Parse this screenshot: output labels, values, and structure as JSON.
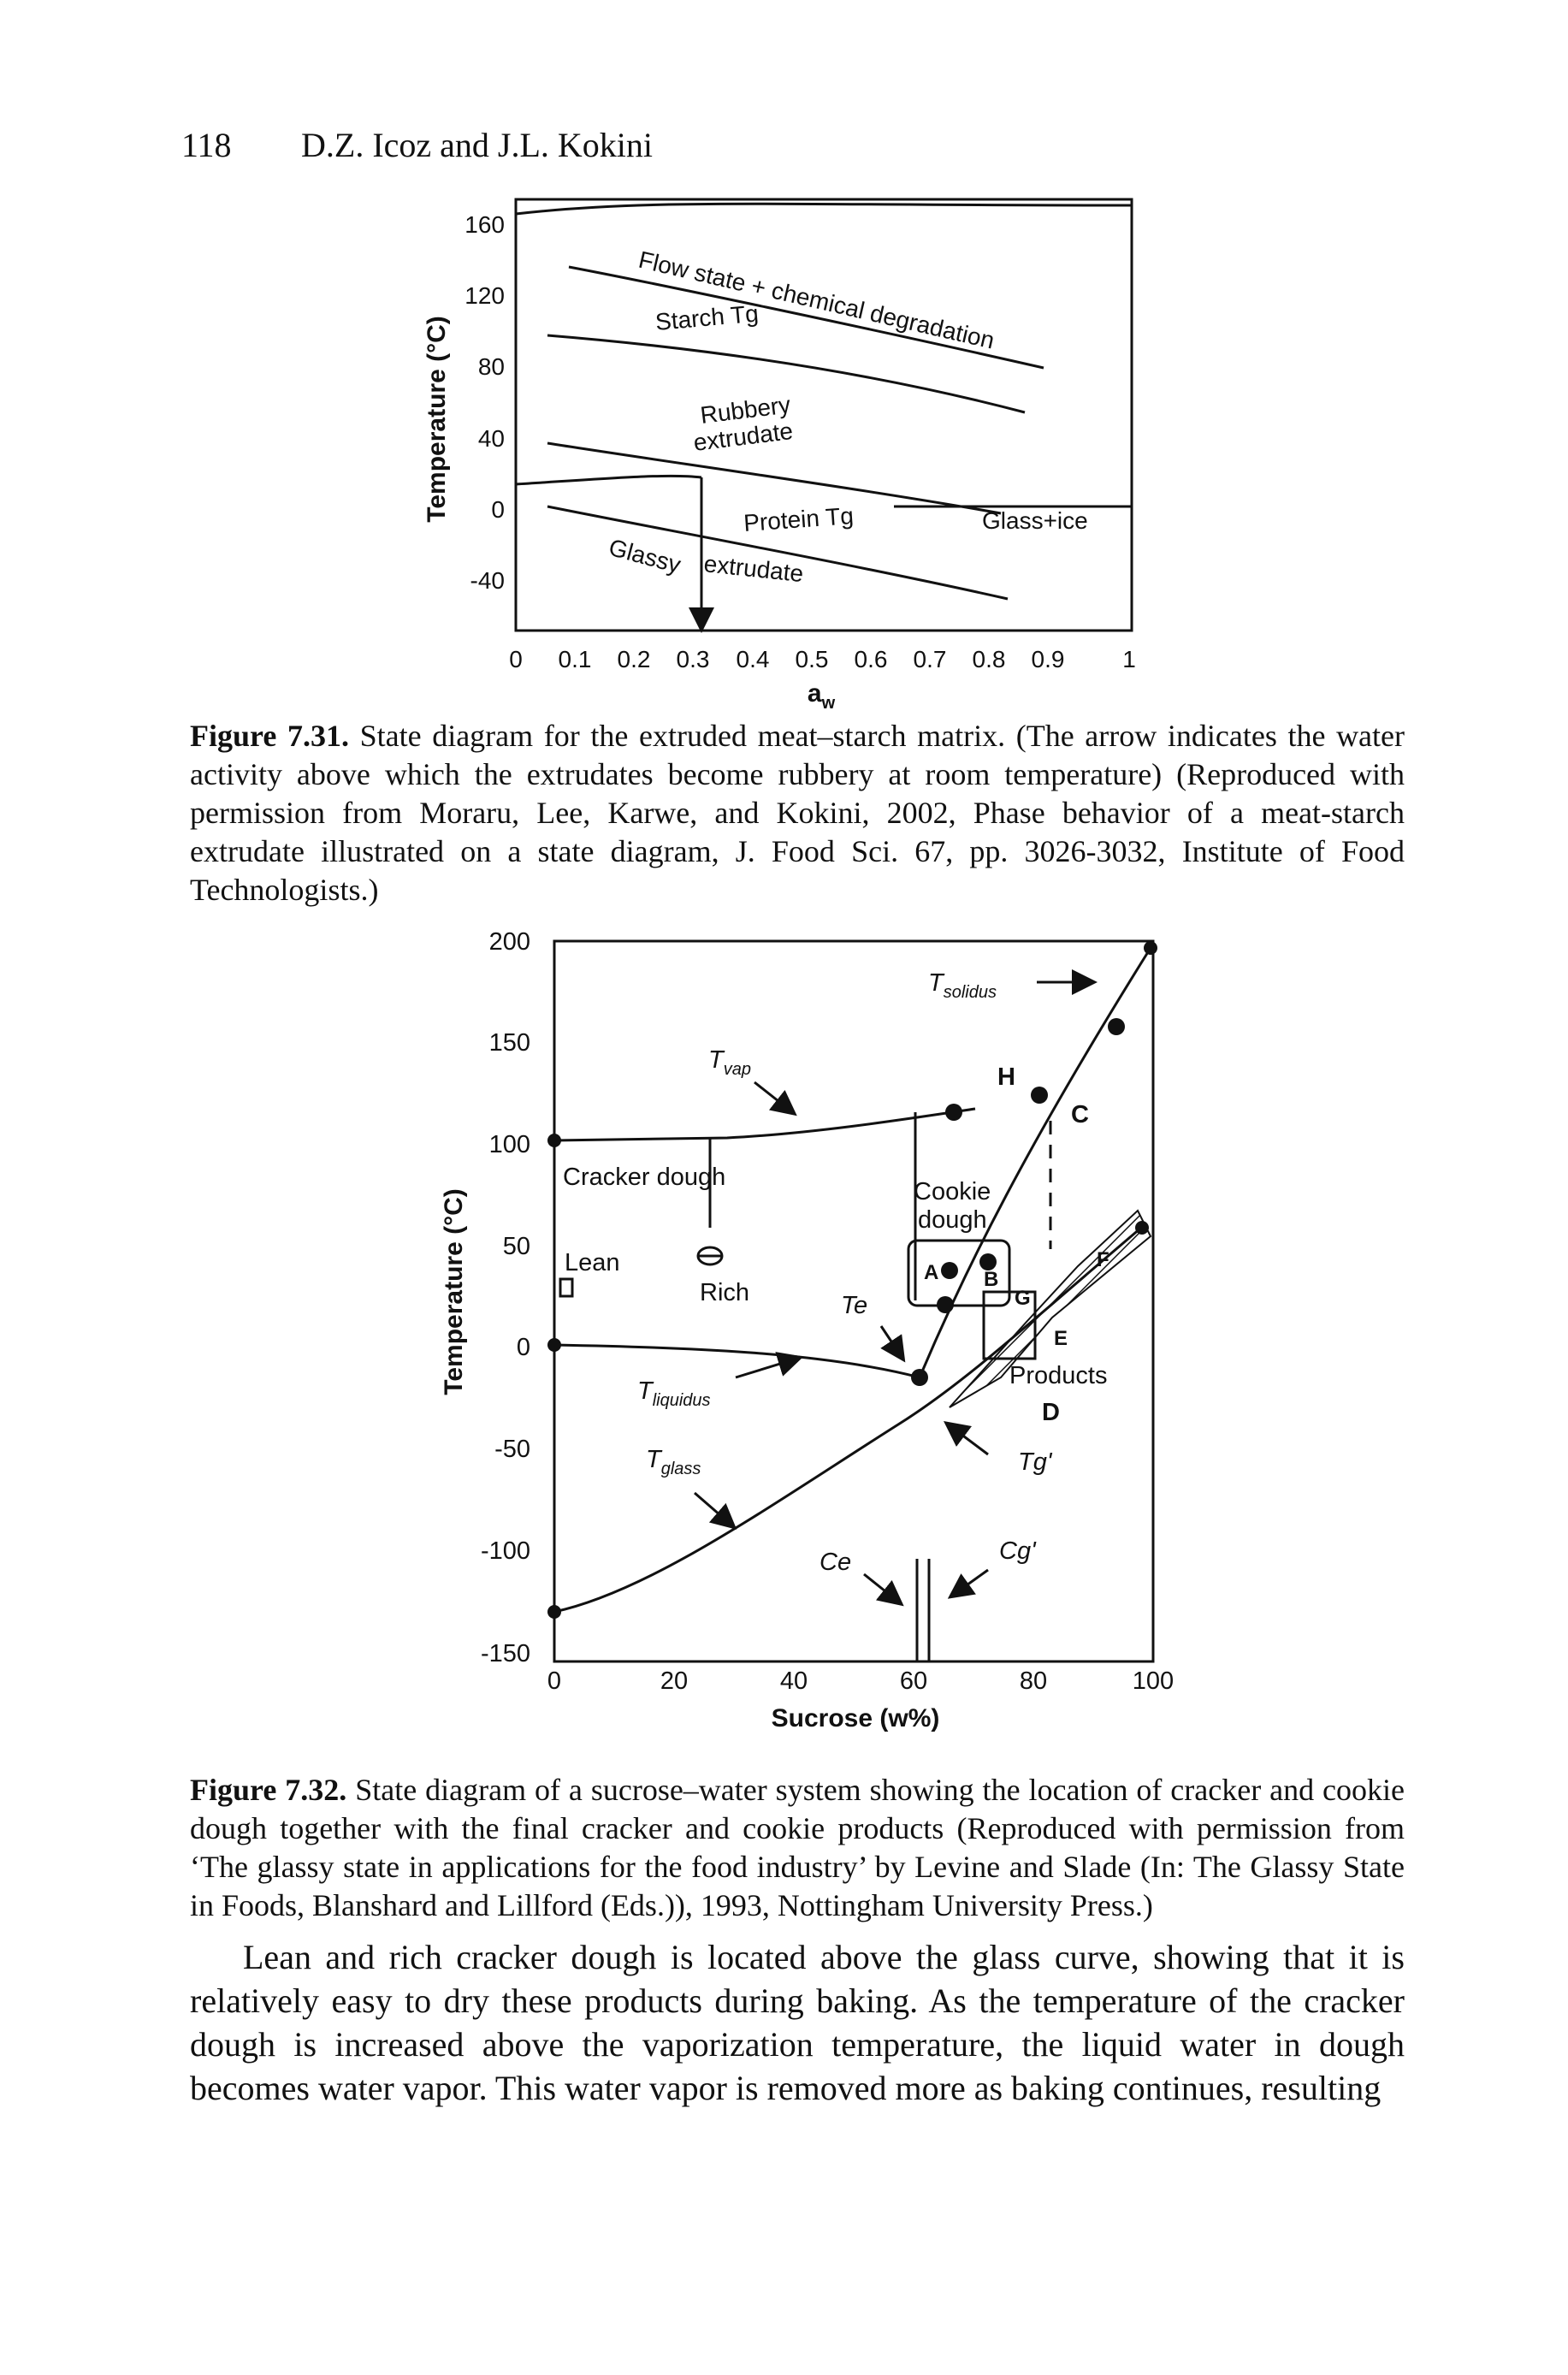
{
  "header": {
    "page_number": "118",
    "authors": "D.Z. Icoz and J.L. Kokini"
  },
  "figure1": {
    "y_axis_label": "Temperature (°C)",
    "x_axis_label": "a",
    "x_axis_sub": "w",
    "y_ticks": [
      "160",
      "120",
      "80",
      "40",
      "0",
      "-40"
    ],
    "x_ticks": [
      "0",
      "0.1",
      "0.2",
      "0.3",
      "0.4",
      "0.5",
      "0.6",
      "0.7",
      "0.8",
      "0.9",
      "1"
    ],
    "regions": {
      "flow": "Flow state + chemical degradation",
      "starch": "Starch Tg",
      "rubbery_1": "Rubbery",
      "rubbery_2": "extrudate",
      "protein": "Protein Tg",
      "glass_ice": "Glass+ice",
      "glassy_1": "Glassy",
      "glassy_2": "extrudate"
    }
  },
  "caption1": {
    "label": "Figure 7.31.",
    "text": "State diagram for the extruded meat–starch matrix. (The arrow indicates the water activity above which the extrudates become rubbery at room temperature) (Reproduced with permission from Moraru, Lee, Karwe, and Kokini, 2002, Phase behavior of a meat-starch extrudate illustrated on a state diagram, J. Food Sci. 67, pp. 3026-3032, Institute of Food Technologists.)"
  },
  "figure2": {
    "y_axis_label": "Temperature (°C)",
    "x_axis_label": "Sucrose (w%)",
    "y_ticks": [
      "200",
      "150",
      "100",
      "50",
      "0",
      "-50",
      "-100",
      "-150"
    ],
    "x_ticks": [
      "0",
      "20",
      "40",
      "60",
      "80",
      "100"
    ],
    "labels": {
      "tsolidus": "T",
      "tsolidus_sub": "solidus",
      "tvap": "T",
      "tvap_sub": "vap",
      "tliquidus": "T",
      "tliquidus_sub": "liquidus",
      "tglass": "T",
      "tglass_sub": "glass",
      "cracker": "Cracker dough",
      "cookie_1": "Cookie",
      "cookie_2": "dough",
      "lean": "Lean",
      "rich": "Rich",
      "te": "Te",
      "tg_prime": "Tg'",
      "ce": "Ce",
      "cg_prime": "Cg'",
      "products": "Products",
      "h": "H",
      "c": "C",
      "a": "A",
      "b": "B",
      "f": "F",
      "g": "G",
      "e": "E",
      "d": "D"
    }
  },
  "caption2": {
    "label": "Figure 7.32.",
    "text": "State diagram of a sucrose–water system showing the location of cracker and cookie dough together with the final cracker and cookie products (Reproduced with permission from ‘The glassy state in applications for the food industry’ by Levine and Slade (In: The Glassy State in Foods, Blanshard and Lillford (Eds.)), 1993, Nottingham University Press.)"
  },
  "body_text": "Lean and rich cracker dough is located above the glass curve, showing that it is relatively easy to dry these products during baking. As the temperature of the cracker dough is increased above the vaporization temperature, the liquid water in dough becomes water vapor. This water vapor is removed more as baking continues, resulting"
}
